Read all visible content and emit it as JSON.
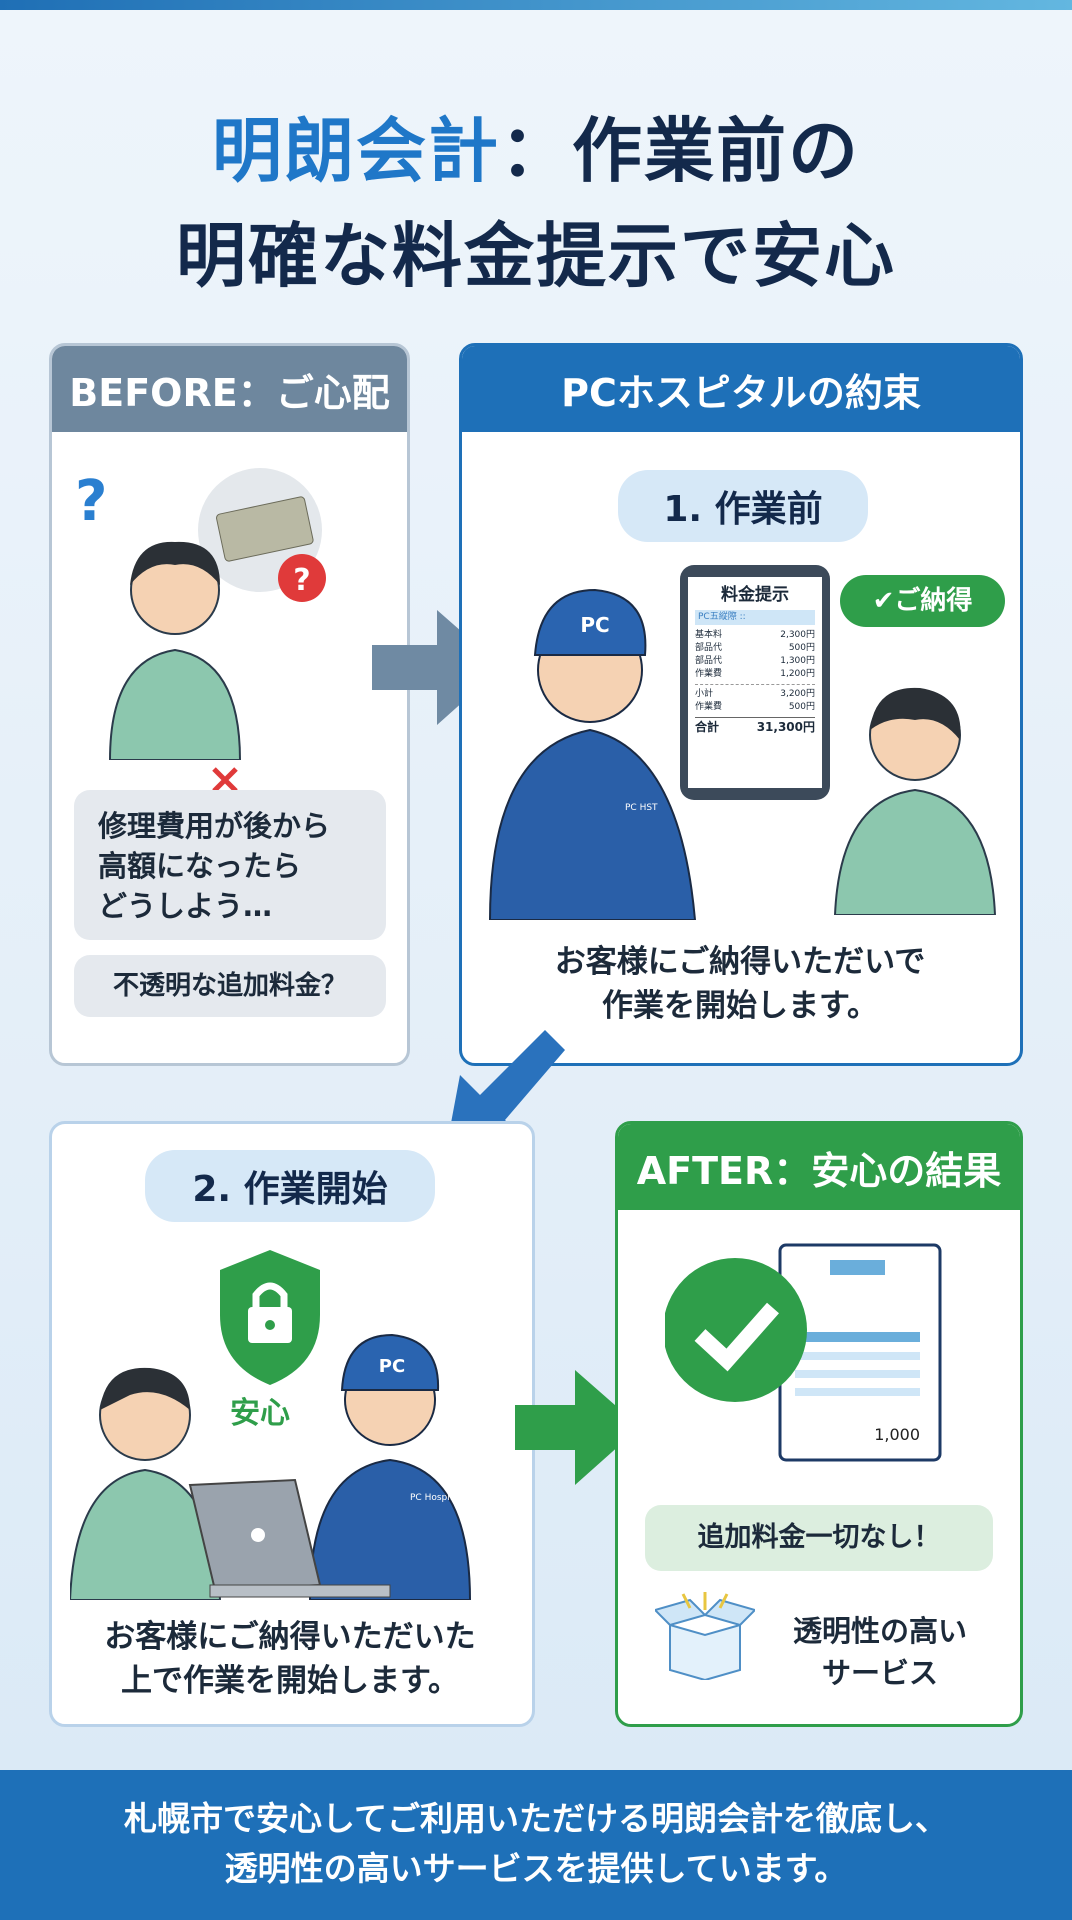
{
  "title": {
    "line1_accent": "明朗会計",
    "line1_rest": "：作業前の",
    "line2": "明確な料金提示で安心"
  },
  "before": {
    "header": "BEFORE：ご心配",
    "worry": "修理費用が後から\n高額になったら\nどうしよう…",
    "question": "不透明な追加料金？"
  },
  "promise": {
    "header": "PCホスピタルの約束",
    "step": "1. 作業前",
    "badge": "ご納得",
    "caption": "お客様にご納得いただいで\n作業を開始します。",
    "cap_label": "PC",
    "tablet": {
      "title": "料金提示",
      "subheader": "PC五縦際 ::",
      "rows": [
        {
          "label": "基本料",
          "value": "2,300円"
        },
        {
          "label": "部品代",
          "value": "500円"
        },
        {
          "label": "部品代",
          "value": "1,300円"
        },
        {
          "label": "作業費",
          "value": "1,200円"
        }
      ],
      "rows2": [
        {
          "label": "小計",
          "value": "3,200円"
        },
        {
          "label": "作業費",
          "value": "500円"
        }
      ],
      "total_label": "合計",
      "total_value": "31,300円"
    },
    "uniform_label": "PC HST"
  },
  "start": {
    "step": "2. 作業開始",
    "shield_label": "安心",
    "cap_label": "PC",
    "uniform_label": "PC Hospit",
    "caption": "お客様にご納得いただいた\n上で作業を開始します。"
  },
  "after": {
    "header": "AFTER：安心の結果",
    "receipt_amount": "1,000",
    "no_extra": "追加料金一切なし！",
    "transparent": "透明性の高い\nサービス"
  },
  "footer": {
    "line1": "札幌市で安心してご利用いただける明朗会計を徹底し、",
    "line2": "透明性の高いサービスを提供しています。"
  },
  "colors": {
    "blue": "#1e70b8",
    "gray_header": "#6e879e",
    "green": "#2f9e4a",
    "navy": "#13294b"
  }
}
